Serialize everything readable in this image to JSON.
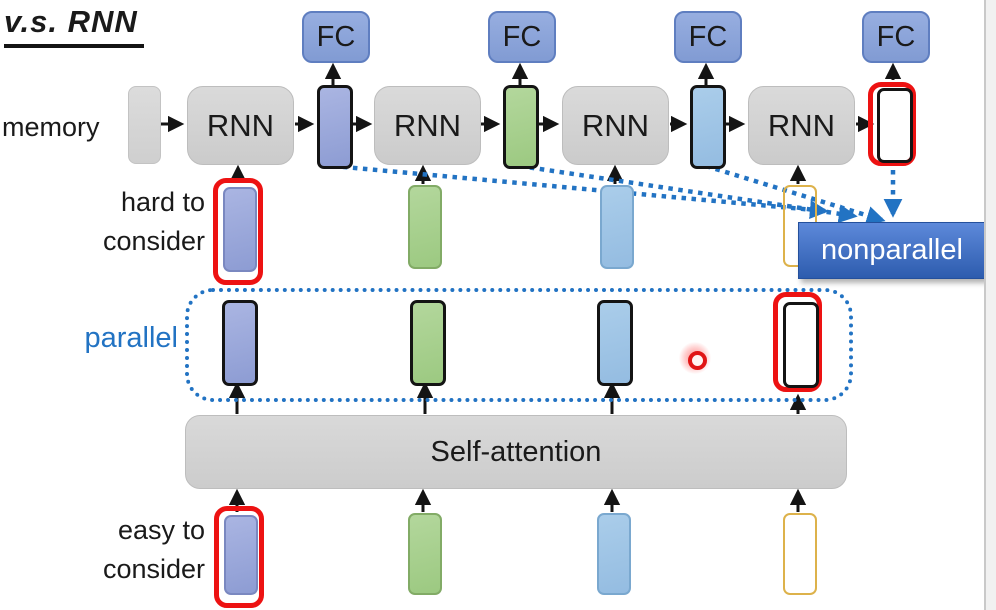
{
  "title": "v.s. RNN",
  "labels": {
    "memory": "memory",
    "rnn": "RNN",
    "fc": "FC",
    "self_attention": "Self-attention",
    "parallel": "parallel",
    "nonparallel": "nonparallel",
    "hard_line1": "hard to",
    "hard_line2": "consider",
    "easy_line1": "easy to",
    "easy_line2": "consider"
  },
  "colors": {
    "dotted_blue": "#2273c3",
    "parallel_text_blue": "#2273c3",
    "nonparallel_bg": "#3a67b8",
    "highlight_red": "#ed1212",
    "vector_blue": "#97a5d9",
    "vector_green": "#a5cf8c",
    "vector_lightblue": "#9cc3e5",
    "vector_yellow": "#fbd570",
    "fc_fill": "#8fa7dc",
    "rnn_gray": "#d2d2d2",
    "laser_dot_red": "#e01515"
  },
  "vector_sequence_colors": [
    "blue",
    "green",
    "lightblue",
    "yellow"
  ]
}
